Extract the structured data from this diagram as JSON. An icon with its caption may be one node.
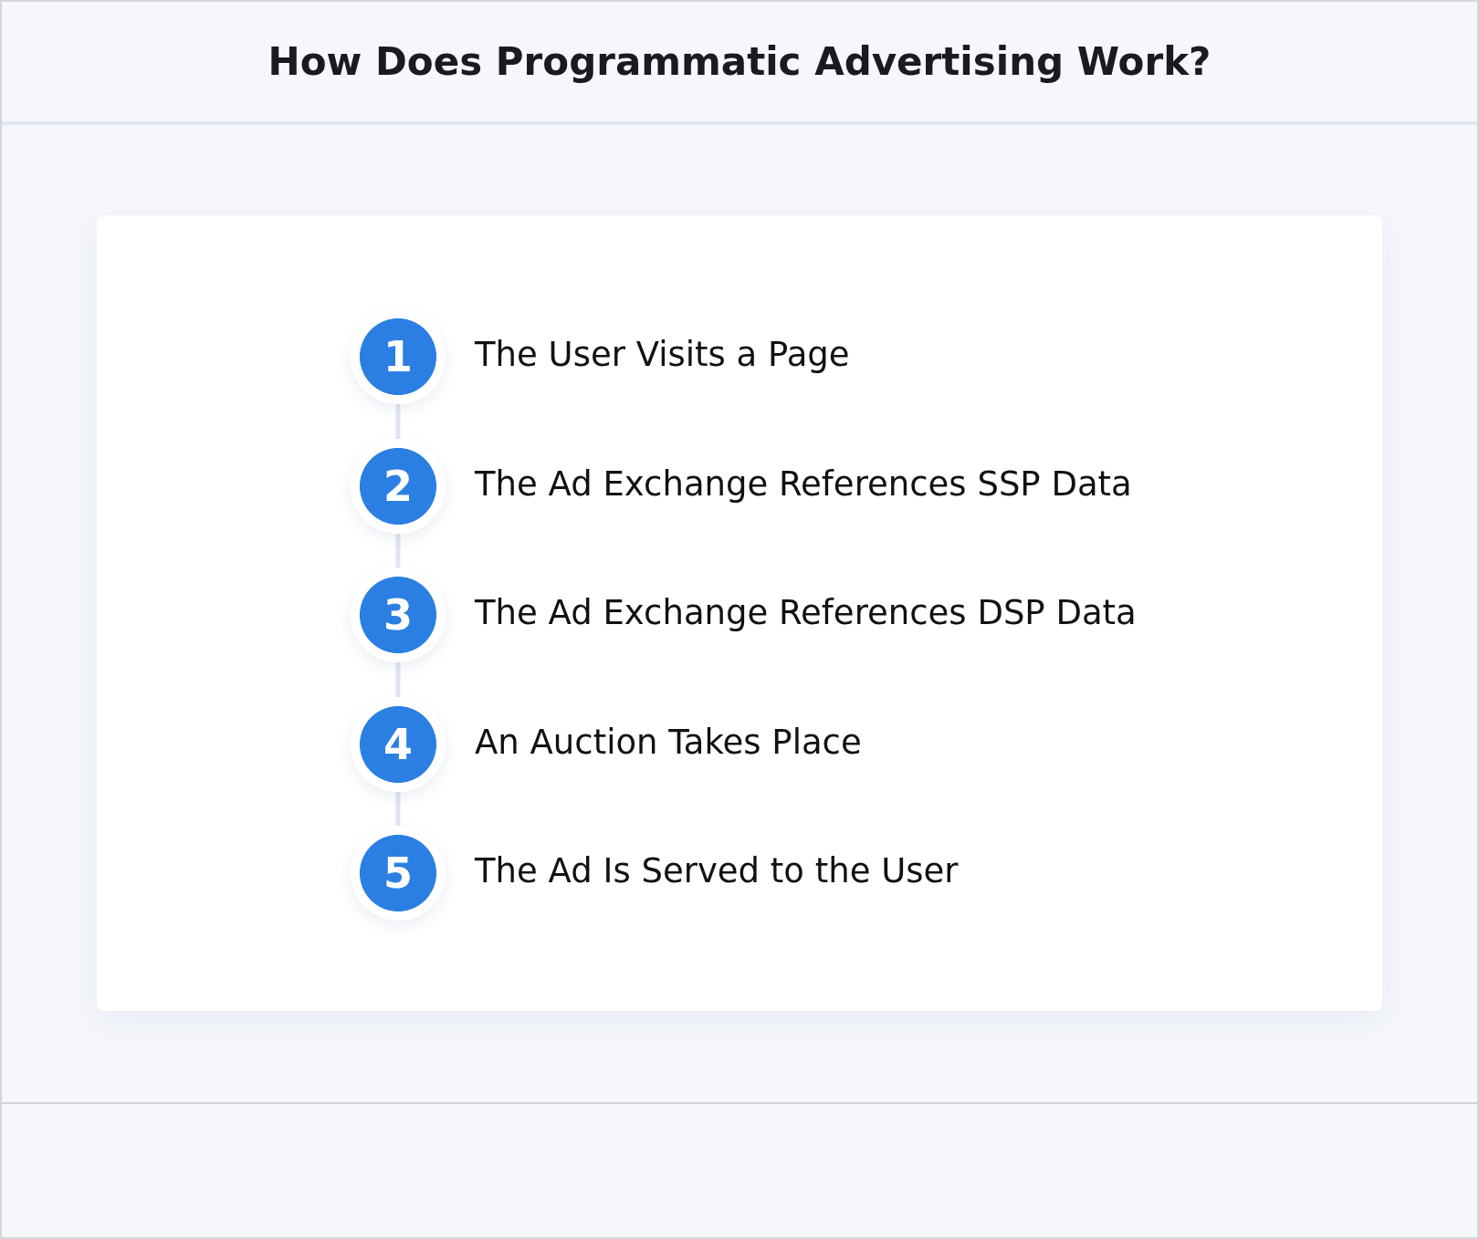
{
  "diagram": {
    "title": "How Does Programmatic Advertising Work?",
    "nodes": [
      {
        "text": [
          "1"
        ],
        "beside": [
          "The User Visits a Page"
        ]
      },
      {
        "text": [
          "2"
        ],
        "beside": [
          "The Ad Exchange References SSP Data"
        ]
      },
      {
        "text": [
          "3"
        ],
        "beside": [
          "The Ad Exchange References DSP Data"
        ]
      },
      {
        "text": [
          "4"
        ],
        "beside": [
          "An Auction Takes Place"
        ]
      },
      {
        "text": [
          "5"
        ],
        "beside": [
          "The Ad Is Served to the User"
        ]
      }
    ],
    "edges": [
      {
        "from": 0,
        "to": 1,
        "arrow": "none"
      },
      {
        "from": 1,
        "to": 2,
        "arrow": "none"
      },
      {
        "from": 2,
        "to": 3,
        "arrow": "none"
      },
      {
        "from": 3,
        "to": 4,
        "arrow": "none"
      }
    ]
  }
}
